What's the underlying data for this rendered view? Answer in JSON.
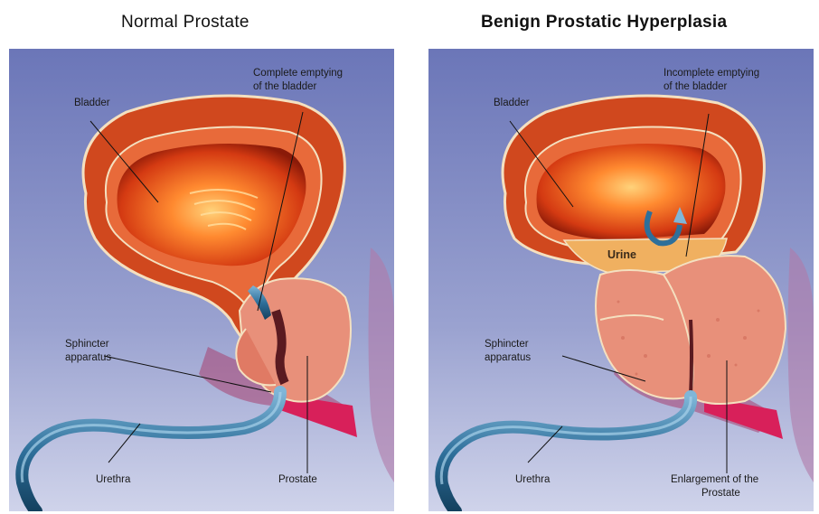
{
  "titles": {
    "left": "Normal Prostate",
    "right": "Benign Prostatic Hyperplasia"
  },
  "left_panel": {
    "bladder": "Bladder",
    "emptying_line1": "Complete emptying",
    "emptying_line2": "of the bladder",
    "sphincter_line1": "Sphincter",
    "sphincter_line2": "apparatus",
    "urethra": "Urethra",
    "prostate": "Prostate"
  },
  "right_panel": {
    "bladder": "Bladder",
    "emptying_line1": "Incomplete emptying",
    "emptying_line2": "of the bladder",
    "urine": "Urine",
    "sphincter_line1": "Sphincter",
    "sphincter_line2": "apparatus",
    "urethra": "Urethra",
    "enlargement_line1": "Enlargement of the",
    "enlargement_line2": "Prostate"
  },
  "colors": {
    "background_top": "#6b76b8",
    "background_bottom": "#c9cde6",
    "bladder_wall": "#c8401c",
    "bladder_inner": "#ff9a3a",
    "prostate": "#e8907a",
    "urethra": "#2e6f9a",
    "urine": "#f0b060"
  }
}
